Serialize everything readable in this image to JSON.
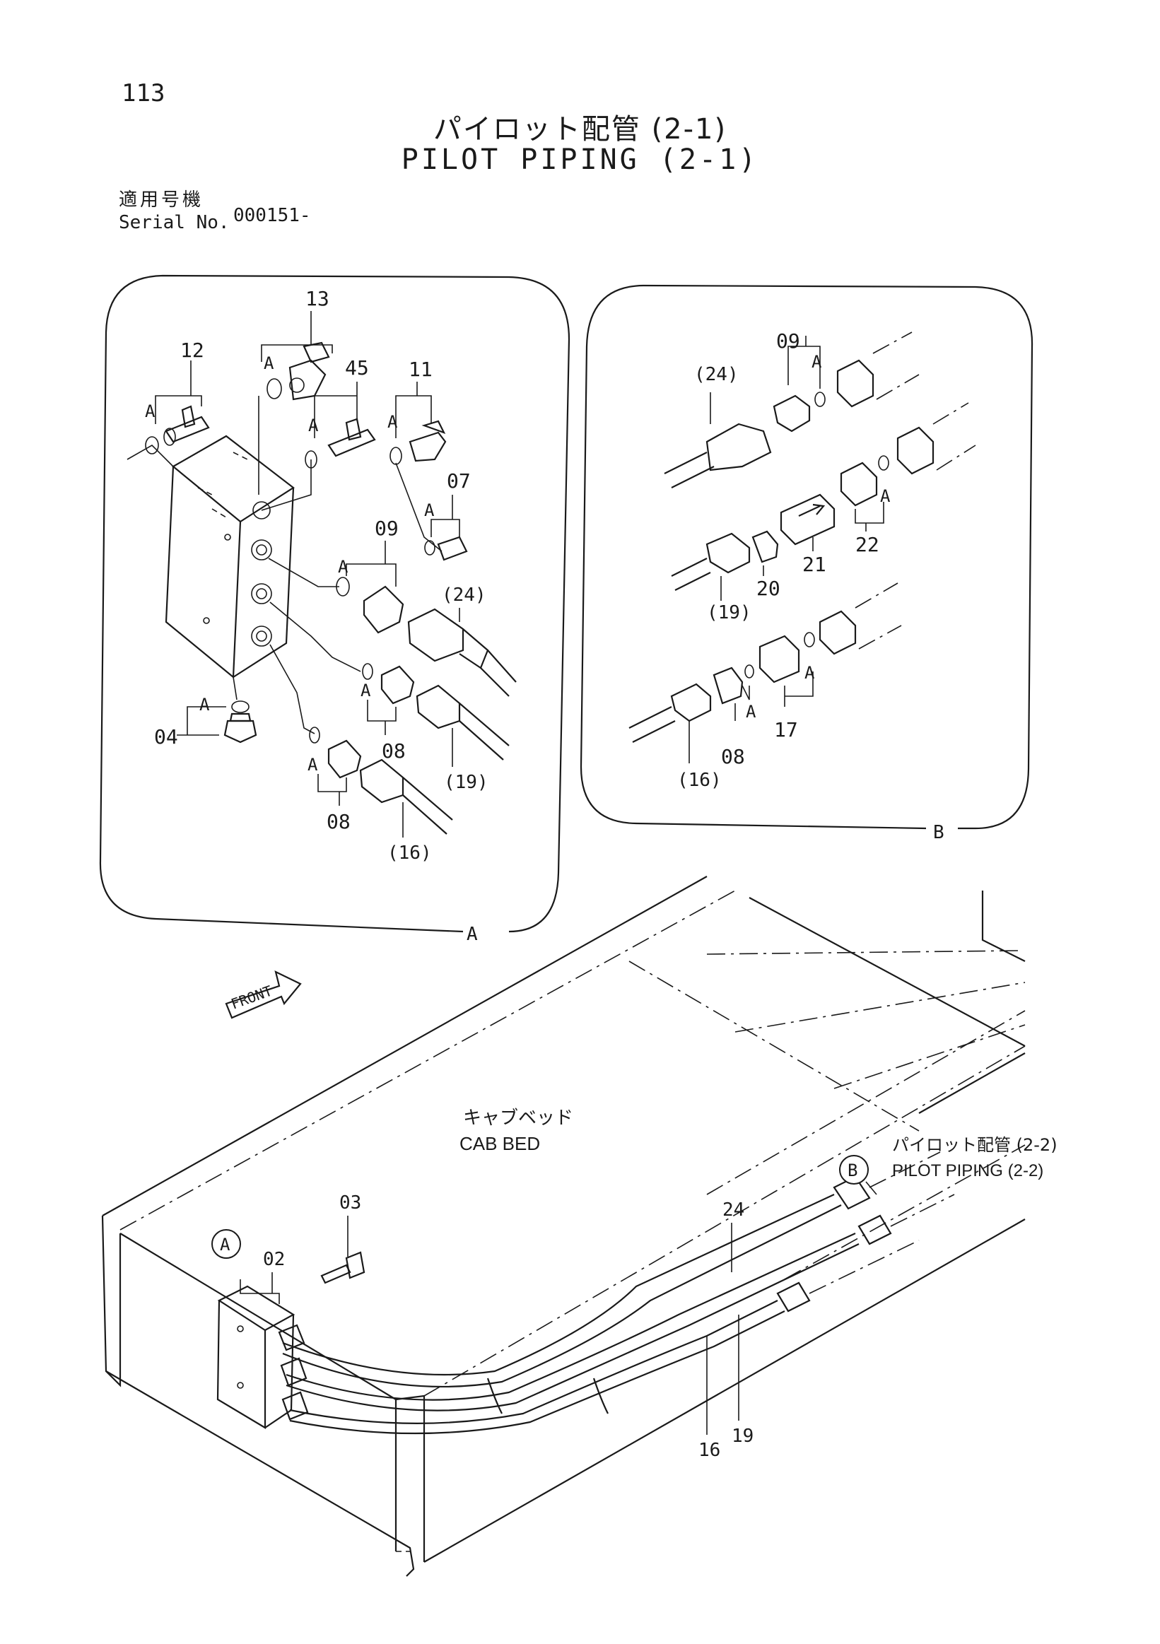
{
  "page_number": "113",
  "title_jp": "パイロット配管 (2-1)",
  "title_en": "PILOT PIPING (2-1)",
  "serial": {
    "label_jp": "適用号機",
    "label_en": "Serial No.",
    "value": "000151-"
  },
  "detail_a": {
    "frame_label": "A",
    "letter": "A",
    "callouts": {
      "c13": "13",
      "c12": "12",
      "c45": "45",
      "c11": "11",
      "c07": "07",
      "c09": "09",
      "c24": "(24)",
      "c04": "04",
      "c08a": "08",
      "c19": "(19)",
      "c08b": "08",
      "c16": "(16)"
    }
  },
  "detail_b": {
    "frame_label": "B",
    "letter": "A",
    "callouts": {
      "c09": "09",
      "c24": "(24)",
      "c21": "21",
      "c22": "22",
      "c20": "20",
      "c19": "(19)",
      "c17": "17",
      "c08": "08",
      "c16": "(16)"
    }
  },
  "main": {
    "front_label": "FRONT",
    "cab_bed_jp": "キャブベッド",
    "cab_bed_en": "CAB BED",
    "circle_a": "A",
    "circle_b": "B",
    "ref_jp": "パイロット配管 (2-2)",
    "ref_en": "PILOT PIPING (2-2)",
    "callouts": {
      "c03": "03",
      "c02": "02",
      "c24": "24",
      "c19": "19",
      "c16": "16"
    }
  }
}
